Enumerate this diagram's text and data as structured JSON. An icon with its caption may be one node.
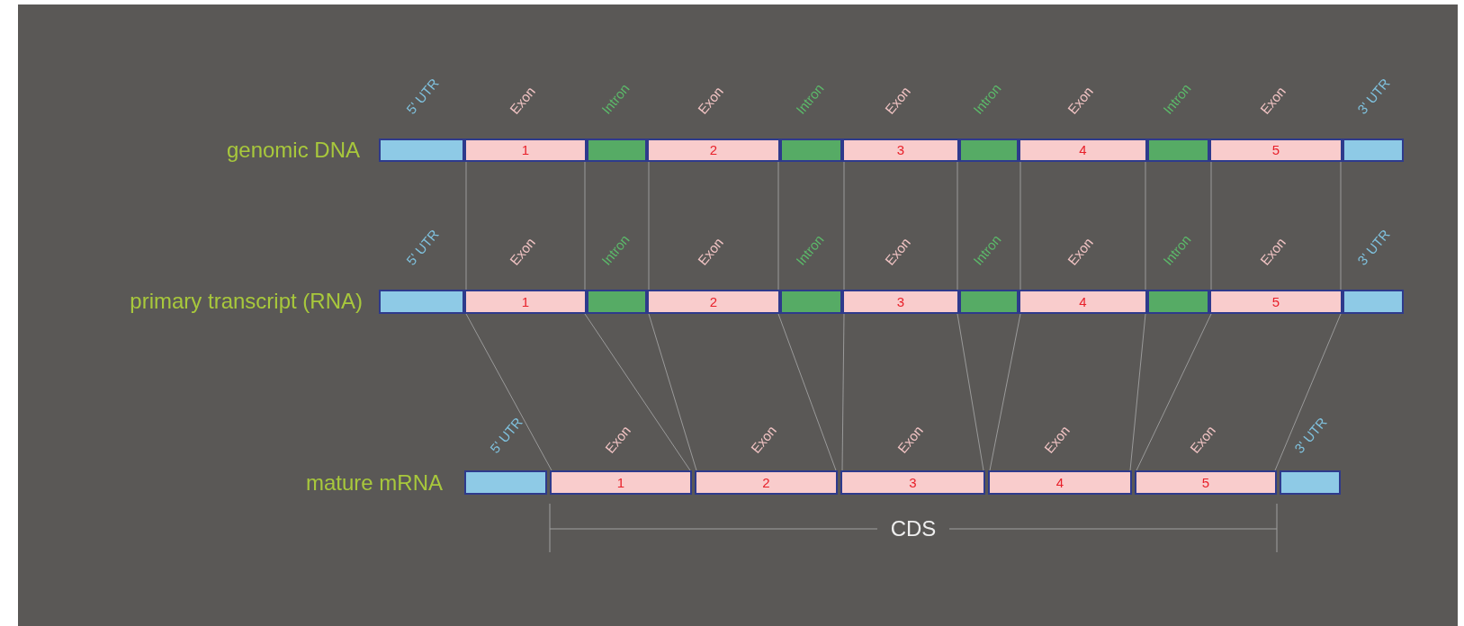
{
  "diagram": {
    "nodes": [
      {
        "text": [
          "5' UTR"
        ]
      },
      {
        "text": [
          "Exon",
          "1"
        ]
      },
      {
        "text": [
          "Intron"
        ]
      },
      {
        "text": [
          "Exon",
          "2"
        ]
      },
      {
        "text": [
          "Intron"
        ]
      },
      {
        "text": [
          "Exon",
          "3"
        ]
      },
      {
        "text": [
          "Intron"
        ]
      },
      {
        "text": [
          "Exon",
          "4"
        ]
      },
      {
        "text": [
          "Intron"
        ]
      },
      {
        "text": [
          "Exon",
          "5"
        ]
      },
      {
        "text": [
          "3' UTR"
        ]
      },
      {
        "text": [
          "5' UTR"
        ]
      },
      {
        "text": [
          "Exon",
          "1"
        ]
      },
      {
        "text": [
          "Intron"
        ]
      },
      {
        "text": [
          "Exon",
          "2"
        ]
      },
      {
        "text": [
          "Intron"
        ]
      },
      {
        "text": [
          "Exon",
          "3"
        ]
      },
      {
        "text": [
          "Intron"
        ]
      },
      {
        "text": [
          "Exon",
          "4"
        ]
      },
      {
        "text": [
          "Intron"
        ]
      },
      {
        "text": [
          "Exon",
          "5"
        ]
      },
      {
        "text": [
          "3' UTR"
        ]
      },
      {
        "text": [
          "5' UTR"
        ]
      },
      {
        "text": [
          "Exon",
          "1"
        ]
      },
      {
        "text": [
          "Exon",
          "2"
        ]
      },
      {
        "text": [
          "Exon",
          "3"
        ]
      },
      {
        "text": [
          "Exon",
          "4"
        ]
      },
      {
        "text": [
          "Exon",
          "5"
        ]
      },
      {
        "text": [
          "3' UTR"
        ]
      }
    ],
    "edges": [
      {
        "from": 1,
        "to": 12,
        "arrow": "none"
      },
      {
        "from": 1,
        "to": 12,
        "arrow": "none"
      },
      {
        "from": 3,
        "to": 14,
        "arrow": "none"
      },
      {
        "from": 3,
        "to": 14,
        "arrow": "none"
      },
      {
        "from": 5,
        "to": 16,
        "arrow": "none"
      },
      {
        "from": 5,
        "to": 16,
        "arrow": "none"
      },
      {
        "from": 7,
        "to": 18,
        "arrow": "none"
      },
      {
        "from": 7,
        "to": 18,
        "arrow": "none"
      },
      {
        "from": 9,
        "to": 20,
        "arrow": "none"
      },
      {
        "from": 9,
        "to": 20,
        "arrow": "none"
      },
      {
        "from": 12,
        "to": 23,
        "arrow": "none"
      },
      {
        "from": 12,
        "to": 23,
        "arrow": "none"
      },
      {
        "from": 14,
        "to": 24,
        "arrow": "none"
      },
      {
        "from": 14,
        "to": 24,
        "arrow": "none"
      },
      {
        "from": 16,
        "to": 25,
        "arrow": "none"
      },
      {
        "from": 16,
        "to": 25,
        "arrow": "none"
      },
      {
        "from": 18,
        "to": 26,
        "arrow": "none"
      },
      {
        "from": 18,
        "to": 26,
        "arrow": "none"
      },
      {
        "from": 20,
        "to": 27,
        "arrow": "none"
      },
      {
        "from": 20,
        "to": 27,
        "arrow": "none"
      }
    ],
    "labels": [
      "genomic DNA",
      "primary transcript (RNA)",
      "mature mRNA",
      "CDS"
    ]
  }
}
